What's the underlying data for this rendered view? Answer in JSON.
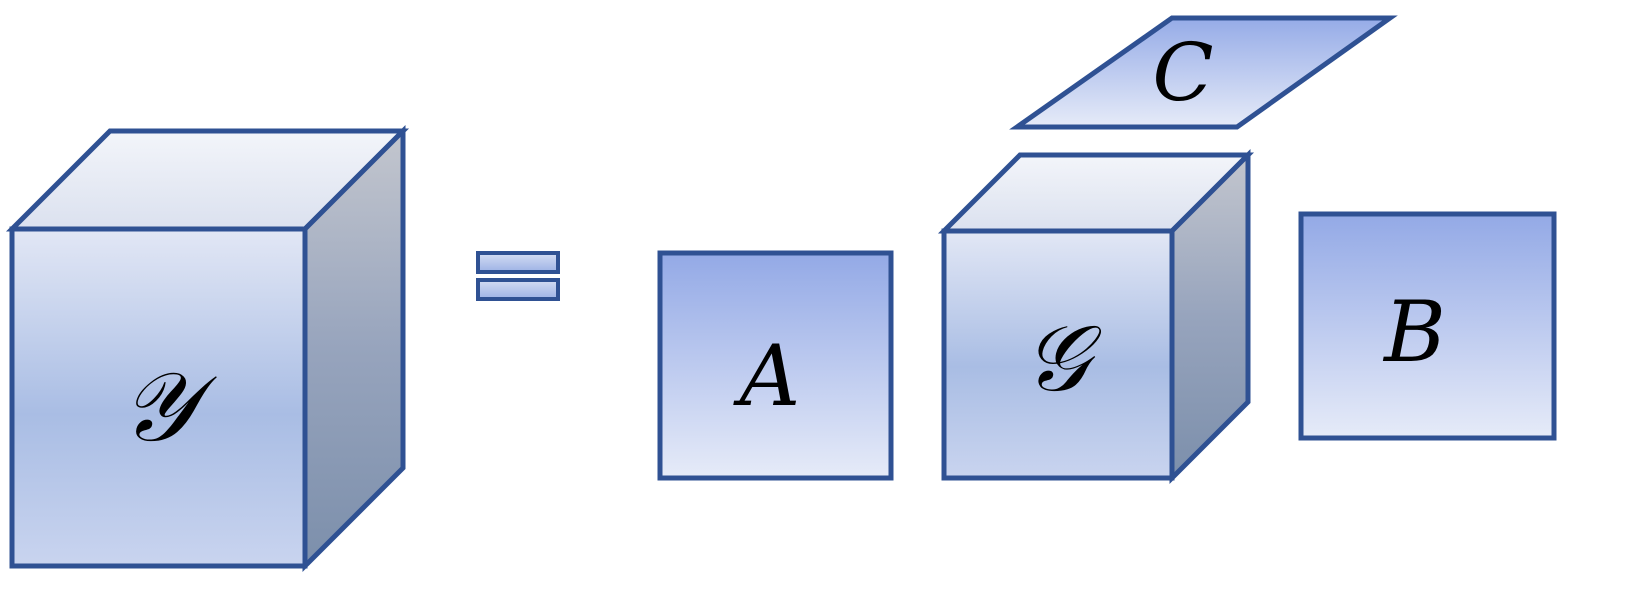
{
  "diagram": {
    "equation": {
      "lhs": {
        "label": "𝒴"
      },
      "operator": {
        "symbol": "="
      },
      "factors": {
        "a": {
          "label": "A"
        },
        "core": {
          "label": "𝒢"
        },
        "b": {
          "label": "B"
        },
        "c": {
          "label": "C"
        }
      }
    }
  },
  "colors": {
    "edge": "#2f5193",
    "face_blue_dark": "#94aae6",
    "face_blue_light": "#e4e9f8",
    "front_mid": "#a9bde4",
    "side_top": "#bfc3cd",
    "side_bottom": "#7d90ac",
    "top_light": "#f1f3f9",
    "top_mid": "#dde3f0"
  }
}
